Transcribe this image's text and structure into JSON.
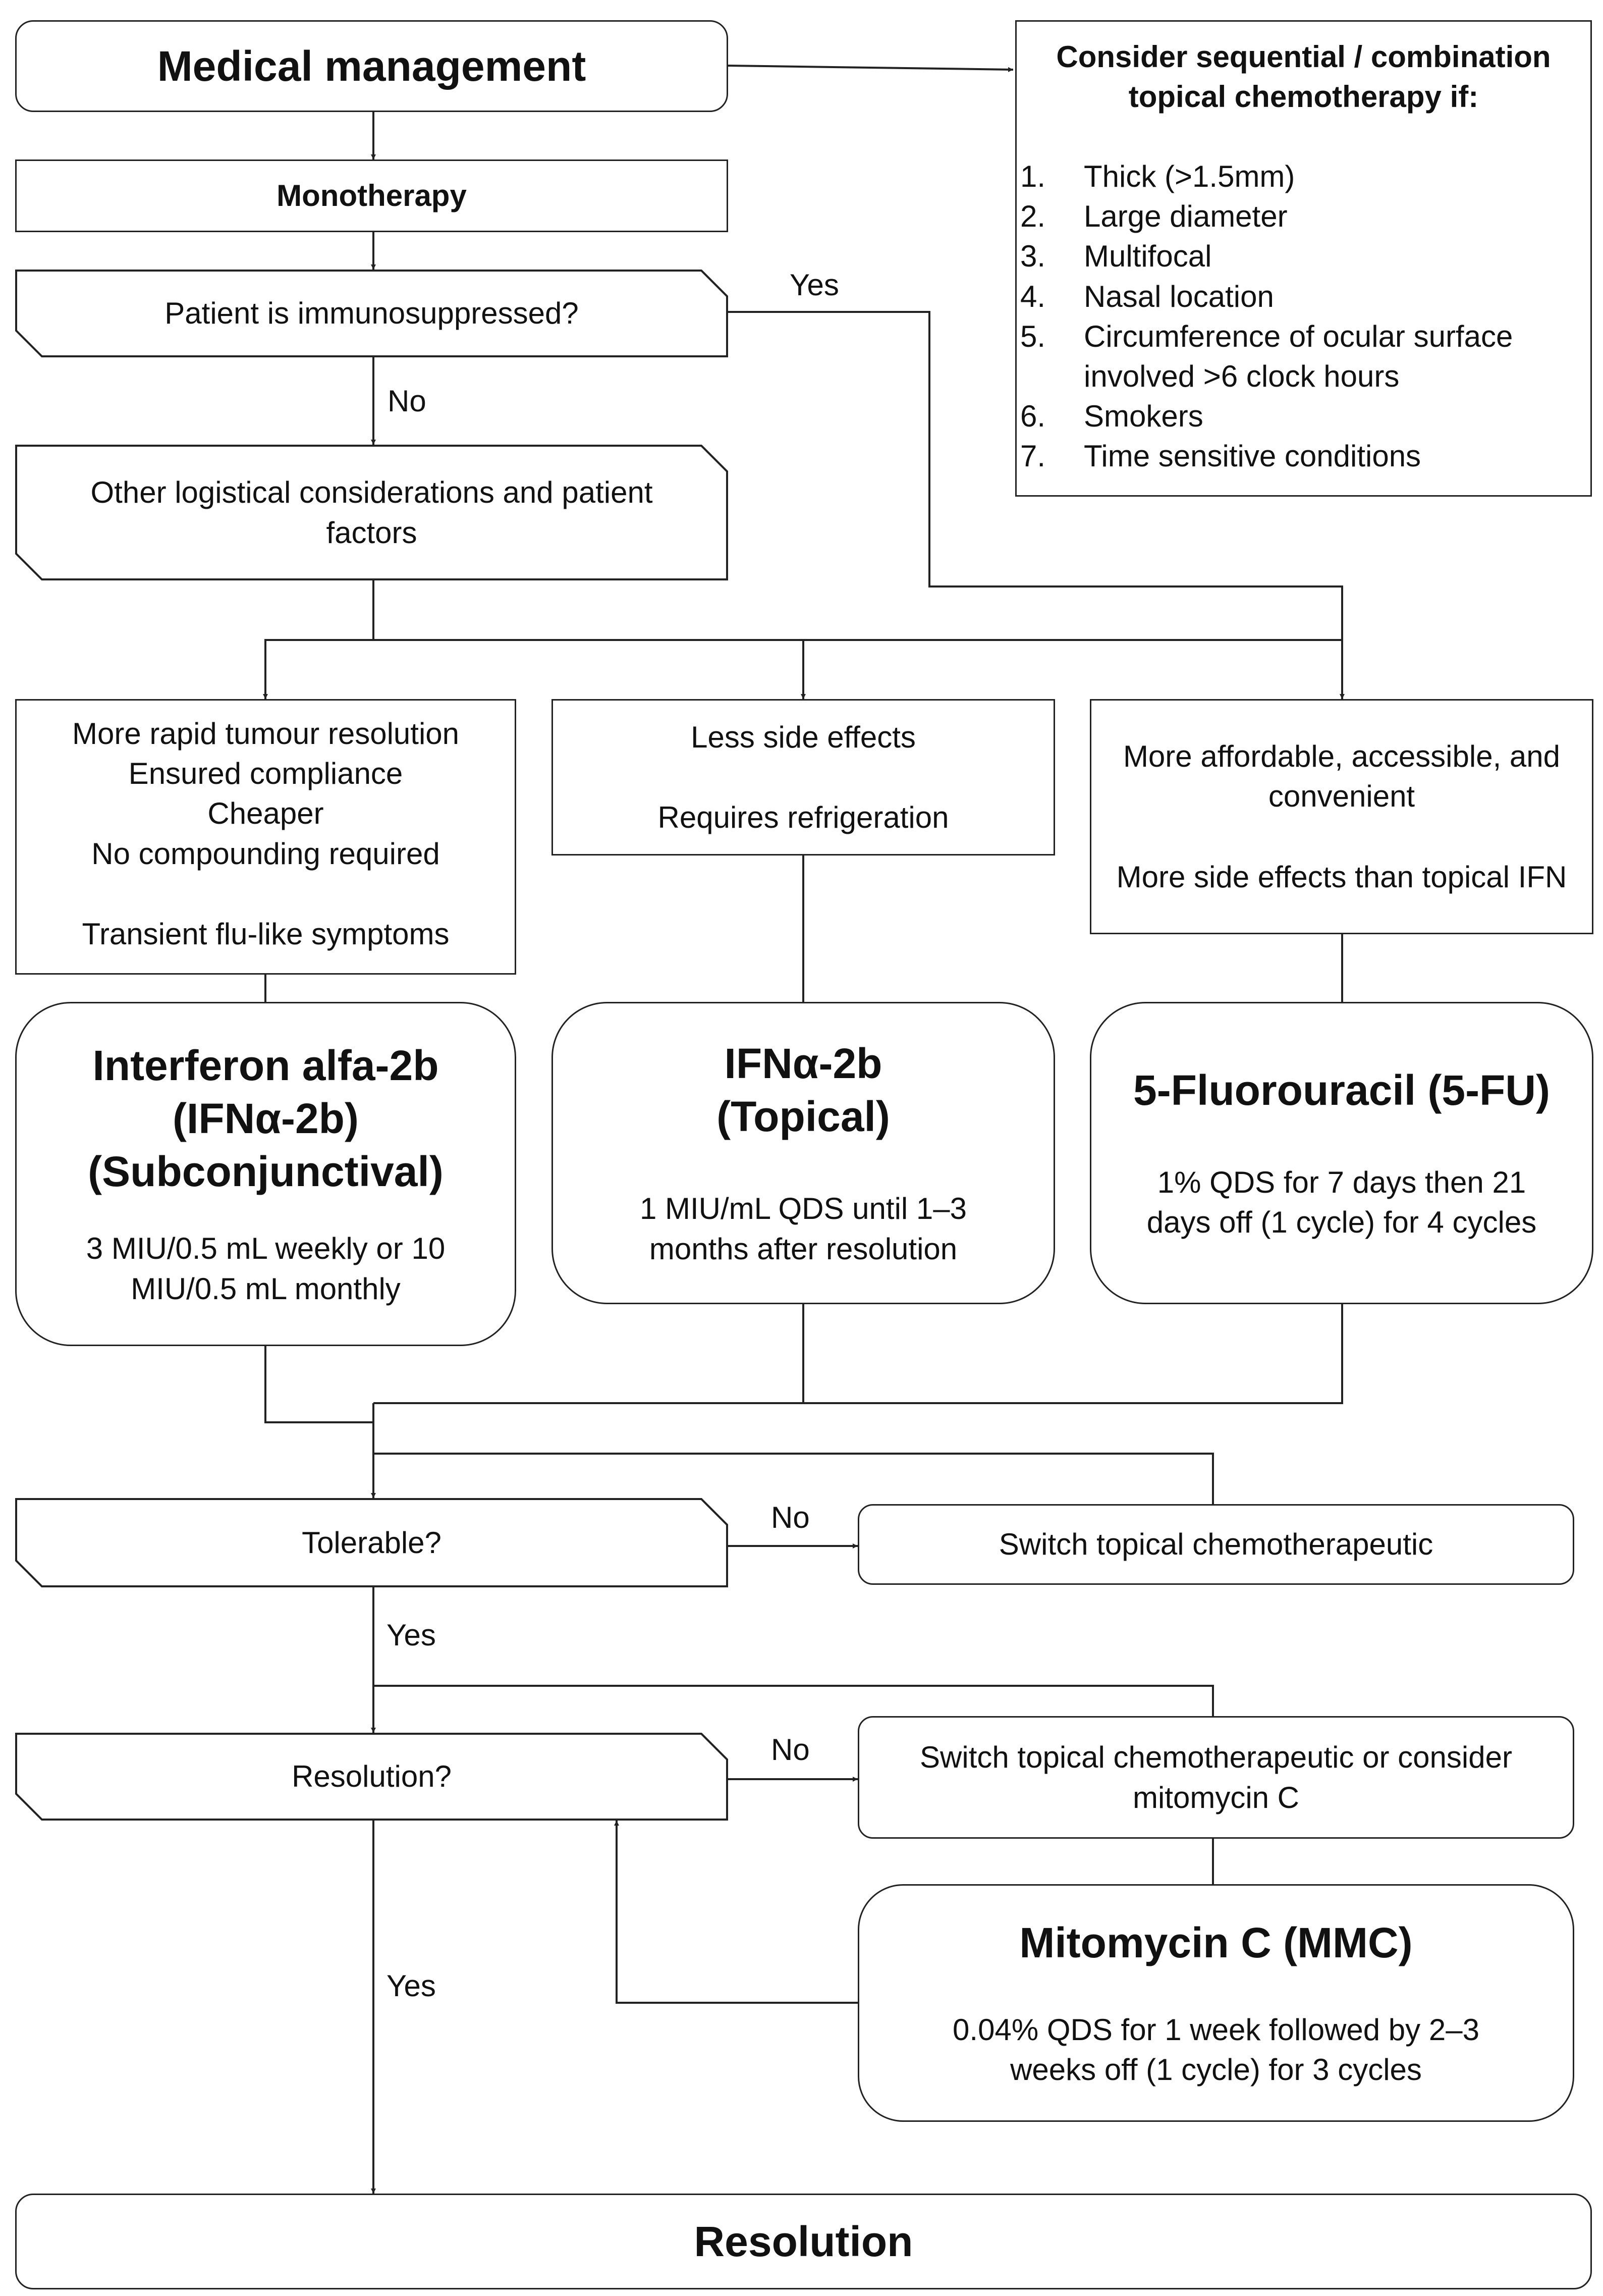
{
  "nodes": {
    "medical_management": "Medical management",
    "monotherapy": "Monotherapy",
    "immunosuppressed_question": "Patient is immunosuppressed?",
    "logistical": "Other logistical considerations and patient factors",
    "subconj_factors": [
      "More rapid tumour resolution",
      "Ensured compliance",
      "Cheaper",
      "No compounding required",
      "Transient flu-like symptoms"
    ],
    "topical_factors": [
      "Less side effects",
      "Requires refrigeration"
    ],
    "fu_factors": [
      "More affordable, accessible, and convenient",
      "More side effects than topical IFN"
    ],
    "drug_subconj": {
      "title": [
        "Interferon alfa-2b",
        "(IFNα-2b)",
        "(Subconjunctival)"
      ],
      "dose": "3 MIU/0.5 mL weekly or 10 MIU/0.5 mL monthly"
    },
    "drug_topical": {
      "title": [
        "IFNα-2b",
        "(Topical)"
      ],
      "dose": "1 MIU/mL QDS until 1–3 months after resolution"
    },
    "drug_fu": {
      "title": "5-Fluorouracil (5-FU)",
      "dose": "1% QDS for 7 days then 21 days off (1 cycle) for 4 cycles"
    },
    "tolerable_question": "Tolerable?",
    "switch_chemo": "Switch topical chemotherapeutic",
    "resolution_question": "Resolution?",
    "switch_or_mmc": "Switch topical chemotherapeutic or consider mitomycin C",
    "drug_mmc": {
      "title": "Mitomycin C (MMC)",
      "dose": "0.04% QDS for 1 week followed by 2–3 weeks off (1 cycle) for 3 cycles"
    },
    "resolution": "Resolution"
  },
  "sequential_box": {
    "title": "Consider sequential / combination topical chemotherapy if:",
    "items": [
      {
        "num": "1.",
        "text": "Thick (>1.5mm)"
      },
      {
        "num": "2.",
        "text": "Large diameter"
      },
      {
        "num": "3.",
        "text": "Multifocal"
      },
      {
        "num": "4.",
        "text": "Nasal location"
      },
      {
        "num": "5.",
        "text": "Circumference of ocular surface involved >6 clock hours"
      },
      {
        "num": "6.",
        "text": "Smokers"
      },
      {
        "num": "7.",
        "text": "Time sensitive conditions"
      }
    ]
  },
  "edge_labels": {
    "immuno_yes": "Yes",
    "immuno_no": "No",
    "tolerable_no": "No",
    "tolerable_yes": "Yes",
    "resolution_no": "No",
    "resolution_yes": "Yes"
  },
  "colors": {
    "line": "#222222",
    "text": "#111111",
    "fill": "#ffffff"
  }
}
